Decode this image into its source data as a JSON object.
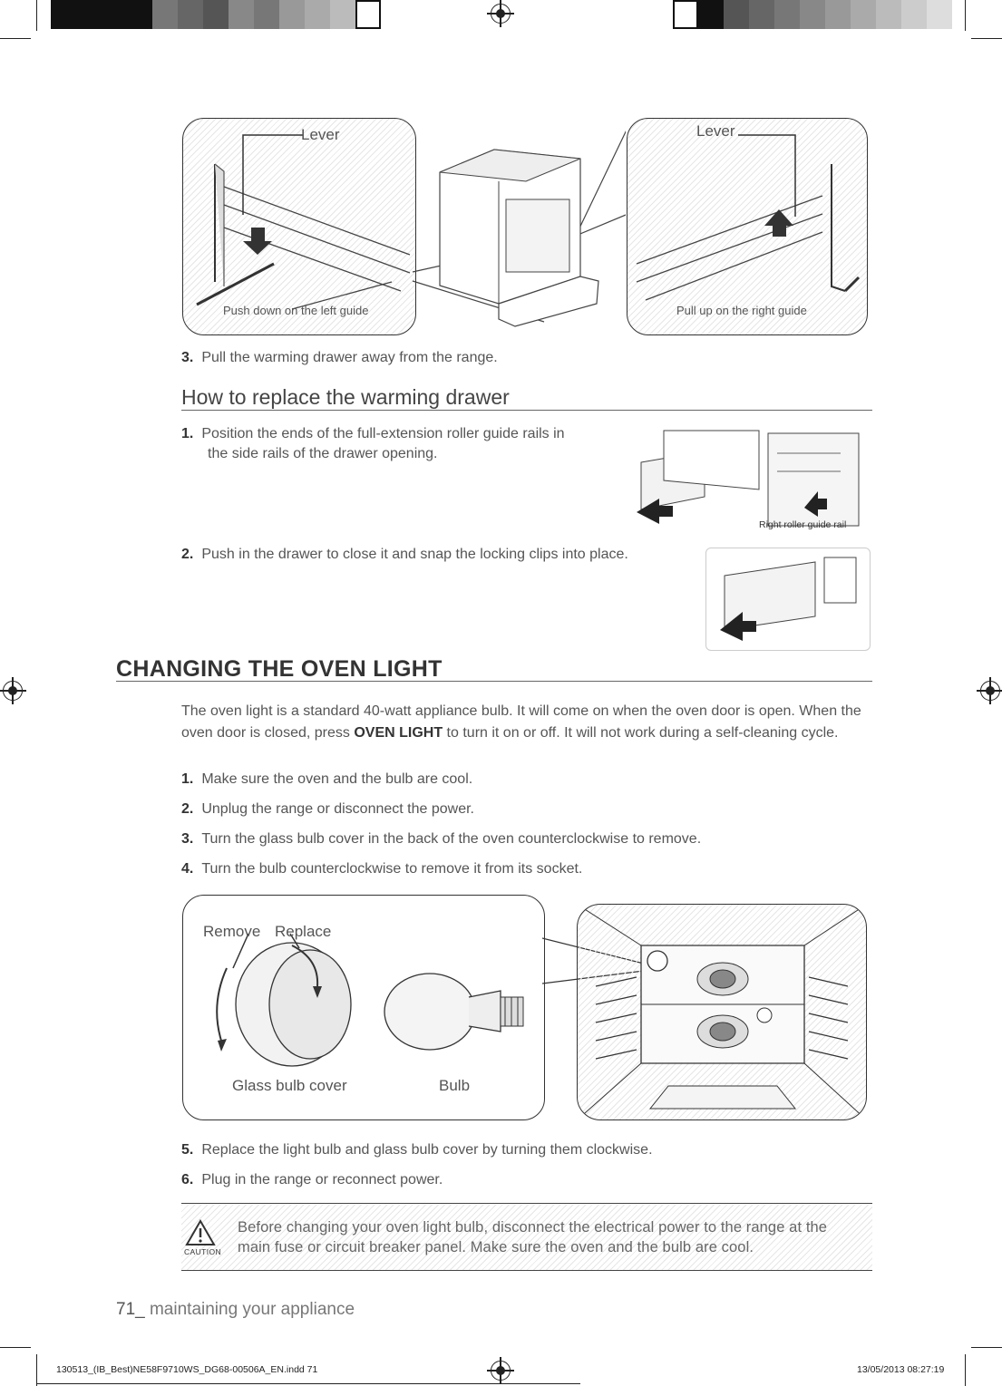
{
  "figure1": {
    "left_label": "Lever",
    "right_label": "Lever",
    "left_caption": "Push down on the left guide",
    "right_caption": "Pull up on the right guide"
  },
  "steps_remove": [
    {
      "num": "3.",
      "text": "Pull the warming drawer away from the range."
    }
  ],
  "replace_section": {
    "heading": "How to replace the warming drawer",
    "steps": [
      {
        "num": "1.",
        "text_line1": "Position the ends of the full-extension roller guide rails in",
        "text_line2": "the side rails of the drawer opening."
      },
      {
        "num": "2.",
        "text_line1": "Push in the drawer to close it and snap the locking clips into place."
      }
    ],
    "figure_caption": "Right roller guide rail"
  },
  "oven_light": {
    "heading": "CHANGING THE OVEN LIGHT",
    "intro_before": "The oven light is a standard 40-watt appliance bulb. It will come on when the oven door is open. When the oven door is closed, press ",
    "intro_bold": "OVEN LIGHT",
    "intro_after": " to turn it on or off. It will not work during a self-cleaning cycle.",
    "steps": [
      {
        "num": "1.",
        "text": "Make sure the oven and the bulb are cool."
      },
      {
        "num": "2.",
        "text": "Unplug the range or disconnect the power."
      },
      {
        "num": "3.",
        "text": "Turn the glass bulb cover in the back of the oven counterclockwise to remove."
      },
      {
        "num": "4.",
        "text": "Turn the bulb counterclockwise to remove it from its socket."
      }
    ],
    "figure": {
      "remove_label": "Remove",
      "replace_label": "Replace",
      "cover_label": "Glass bulb cover",
      "bulb_label": "Bulb"
    },
    "steps_after": [
      {
        "num": "5.",
        "text": "Replace the light bulb and glass bulb cover by turning them clockwise."
      },
      {
        "num": "6.",
        "text": "Plug in the range or reconnect power."
      }
    ],
    "caution": {
      "label": "CAUTION",
      "line1": "Before changing your oven light bulb, disconnect the electrical power to the range at the",
      "line2": "main fuse or circuit breaker panel. Make sure the oven and the bulb are cool."
    }
  },
  "footer": {
    "page_number": "71_",
    "section": " maintaining your appliance",
    "slug_left": "130513_(IB_Best)NE58F9710WS_DG68-00506A_EN.indd   71",
    "slug_right": "13/05/2013   08:27:19"
  }
}
